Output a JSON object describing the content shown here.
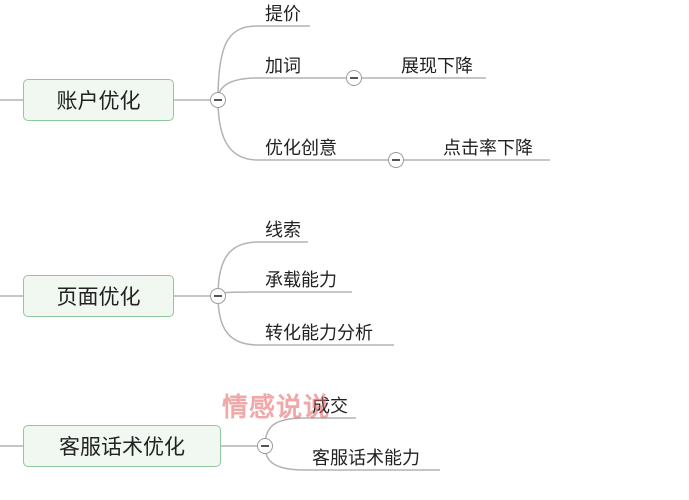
{
  "colors": {
    "topic_border": "#8fc99b",
    "topic_fill": "#f1f8f1",
    "line": "#b3b3b3",
    "watermark": "#e46060"
  },
  "branches": [
    {
      "label": "账户优化",
      "children": [
        {
          "label": "提价"
        },
        {
          "label": "加词",
          "child": "展现下降"
        },
        {
          "label": "优化创意",
          "child": "点击率下降"
        }
      ]
    },
    {
      "label": "页面优化",
      "children": [
        {
          "label": "线索"
        },
        {
          "label": "承载能力"
        },
        {
          "label": "转化能力分析"
        }
      ]
    },
    {
      "label": "客服话术优化",
      "children": [
        {
          "label": "成交"
        },
        {
          "label": "客服话术能力"
        }
      ]
    }
  ],
  "watermark_text": "情感说说",
  "collapse_icon": "minus-circle-icon"
}
